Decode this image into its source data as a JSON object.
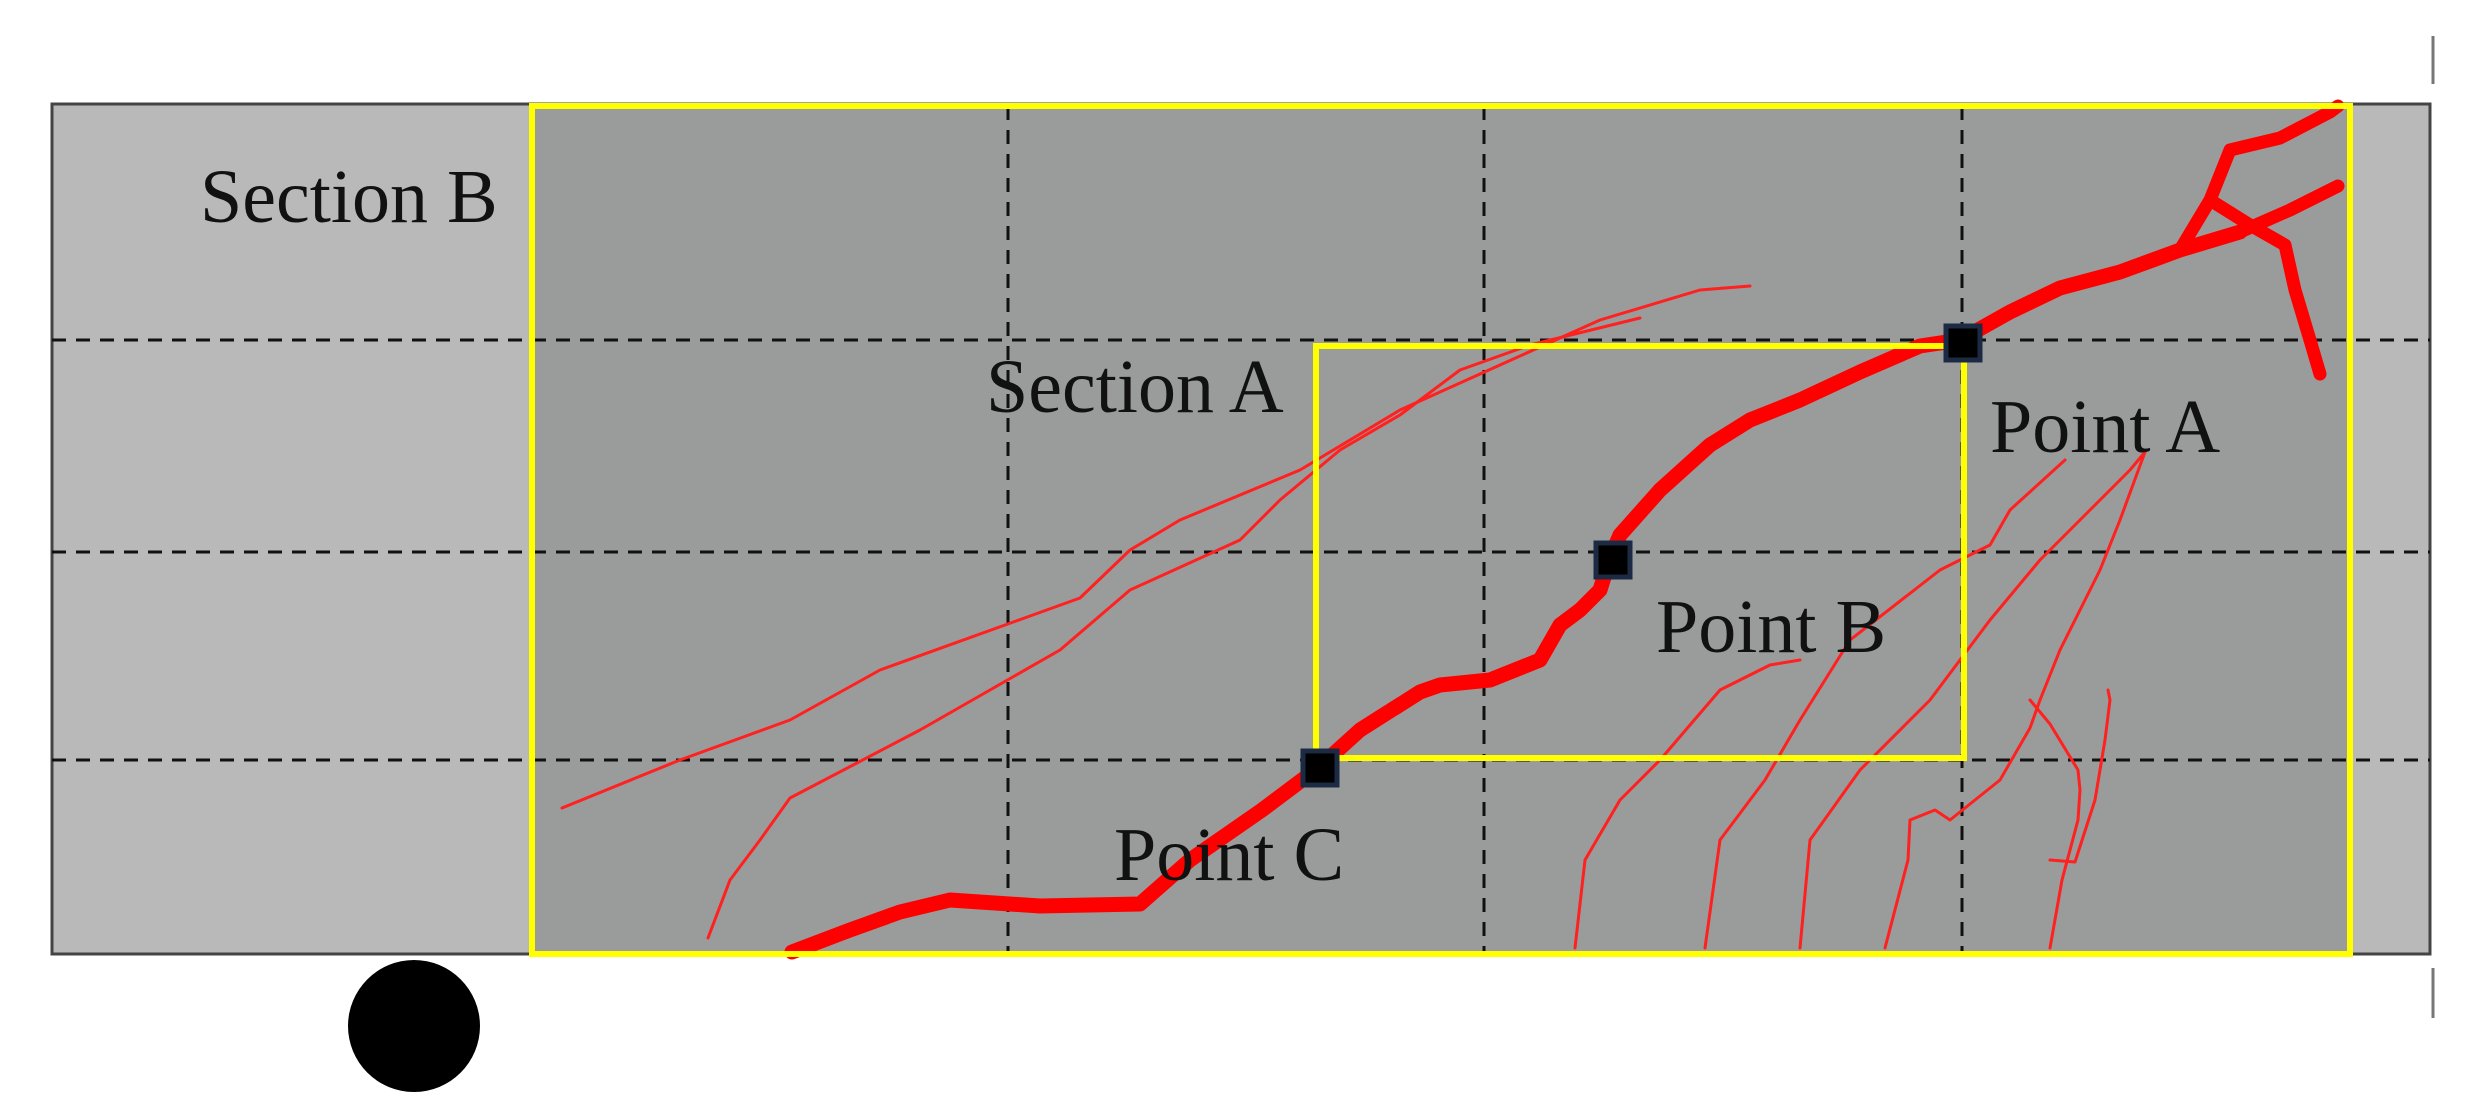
{
  "labels": {
    "section_b": "Section B",
    "section_a": "Section A",
    "point_a": "Point A",
    "point_b": "Point B",
    "point_c": "Point C"
  },
  "colors": {
    "beam_outer": "#b9b9b9",
    "beam_inner": "#9a9c9b",
    "section_frame": "#ffff00",
    "crack": "#ff1a1a",
    "gridline": "#111111",
    "marker_fill": "#000000",
    "marker_edge": "#1c2a44",
    "support": "#000000"
  },
  "elements": {
    "gridlines": "dashed",
    "support_shape": "circle",
    "point_marker_shape": "square"
  }
}
